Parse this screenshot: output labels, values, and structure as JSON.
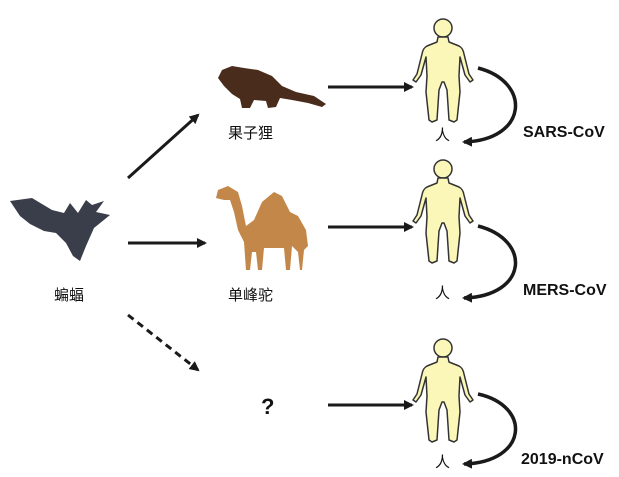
{
  "reservoir": {
    "label": "蝙蝠",
    "icon": "bat-icon"
  },
  "rows": [
    {
      "intermediate": "果子狸",
      "icon": "civet-icon",
      "host": "人",
      "virus": "SARS-CoV",
      "link": "solid"
    },
    {
      "intermediate": "单峰驼",
      "icon": "camel-icon",
      "host": "人",
      "virus": "MERS-CoV",
      "link": "solid"
    },
    {
      "intermediate": "?",
      "icon": "unknown",
      "host": "人",
      "virus": "2019-nCoV",
      "link": "dashed"
    }
  ],
  "colors": {
    "bat": "#3a3d4a",
    "civet": "#4a2c1c",
    "camel": "#c4874a",
    "human_fill": "#fbf7b8",
    "human_stroke": "#333333",
    "arrow": "#1a1a1a"
  }
}
